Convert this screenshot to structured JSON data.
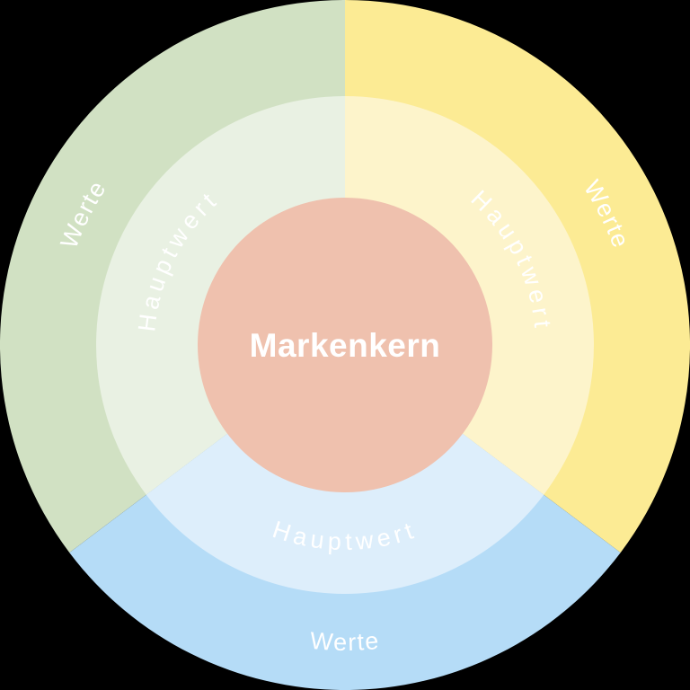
{
  "background_color": "#000000",
  "text_color": "#ffffff",
  "center_circle": {
    "label": "Markenkern",
    "color": "#efc1ae"
  },
  "segments": {
    "left": {
      "outer_label": "Werte",
      "inner_label": "Hauptwert",
      "outer_color": "#d1e1c3",
      "inner_color": "#e9f1e3"
    },
    "right": {
      "outer_label": "Werte",
      "inner_label": "Hauptwert",
      "outer_color": "#fceb94",
      "inner_color": "#fdf4cb"
    },
    "bottom": {
      "outer_label": "Werte",
      "inner_label": "Hauptwert",
      "outer_color": "#b5dcf7",
      "inner_color": "#ddeefb"
    }
  }
}
